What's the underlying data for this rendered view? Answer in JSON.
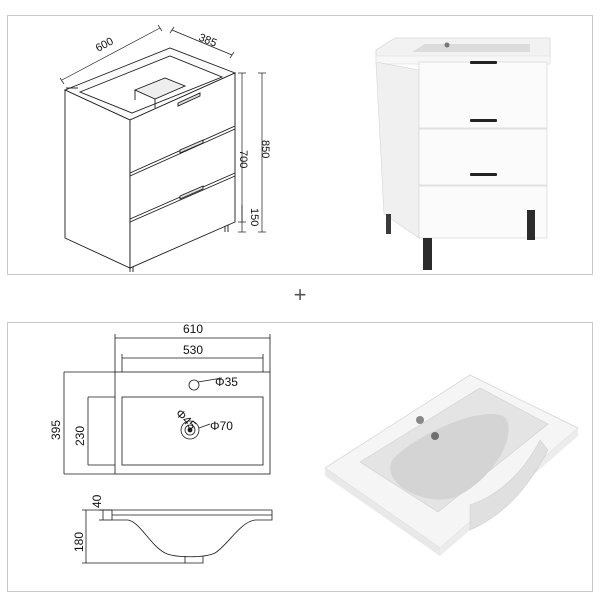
{
  "separator": "+",
  "cabinet_drawing": {
    "width": "600",
    "depth": "385",
    "body_height": "700",
    "total_height": "850",
    "leg_height": "150"
  },
  "basin_drawing": {
    "outer_width": "610",
    "inner_width": "530",
    "depth": "395",
    "bowl_depth": "230",
    "tap_hole": "Φ35",
    "drain_inner": "Φ45",
    "drain_outer": "Φ70",
    "rim_height": "40",
    "total_height": "180"
  },
  "colors": {
    "line": "#1a1a1a",
    "panel_border": "#c9c9c9",
    "leg": "#2b2b2b"
  }
}
